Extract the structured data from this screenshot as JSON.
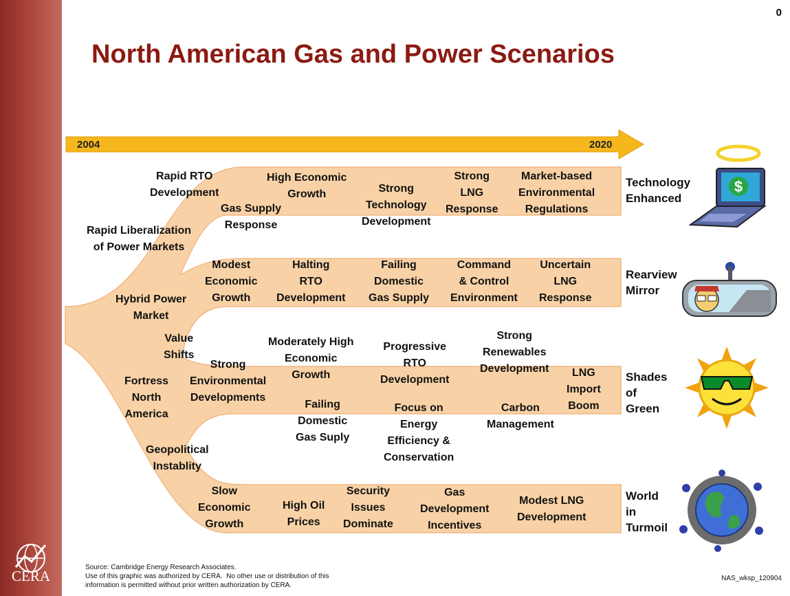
{
  "page_number": "0",
  "title": "North American Gas and Power Scenarios",
  "timeline": {
    "start": "2004",
    "end": "2020"
  },
  "branch_labels": [
    "Rapid RTO\nDevelopment",
    "Gas Supply\nResponse",
    "Rapid Liberalization\nof Power Markets",
    "Hybrid Power\nMarket",
    "Value\nShifts",
    "Fortress\nNorth\nAmerica",
    "Strong\nEnvironmental\nDevelopments",
    "Geopolitical\nInstablity"
  ],
  "scenarios": [
    {
      "name": "Technology\nEnhanced",
      "icon": "laptop-dollar-icon",
      "drivers": [
        "High Economic\nGrowth",
        "Strong\nTechnology\nDevelopment",
        "Strong\nLNG\nResponse",
        "Market-based\nEnvironmental\nRegulations"
      ]
    },
    {
      "name": "Rearview\nMirror",
      "icon": "rearview-mirror-icon",
      "drivers": [
        "Modest\nEconomic\nGrowth",
        "Halting\nRTO\nDevelopment",
        "Failing\nDomestic\nGas Supply",
        "Command\n& Control\nEnvironment",
        "Uncertain\nLNG\nResponse"
      ]
    },
    {
      "name": "Shades\nof\nGreen",
      "icon": "sun-sunglasses-icon",
      "drivers": [
        "Moderately High\nEconomic\nGrowth",
        "Progressive\nRTO\nDevelopment",
        "Strong\nRenewables\nDevelopment",
        "LNG\nImport\nBoom",
        "Failing\nDomestic\nGas Suply",
        "Focus on\nEnergy\nEfficiency &\nConservation",
        "Carbon\nManagement"
      ]
    },
    {
      "name": "World\nin\nTurmoil",
      "icon": "globe-turmoil-icon",
      "drivers": [
        "Slow\nEconomic\nGrowth",
        "High Oil\nPrices",
        "Security\nIssues\nDominate",
        "Gas\nDevelopment\nIncentives",
        "Modest LNG\nDevelopment"
      ]
    }
  ],
  "footer": {
    "source": "Source: Cambridge Energy Research Associates.\nUse of this graphic was authorized by CERA.  No other use or distribution of this\ninformation is permitted without prior written authorization by CERA.",
    "code": "NAS_wksp_120904",
    "logo_text": "CERA"
  },
  "colors": {
    "accent": "#8b1a12",
    "branch_fill": "#f8d2a6",
    "arrow": "#f5b71c",
    "sidebar": "#a33b32"
  }
}
